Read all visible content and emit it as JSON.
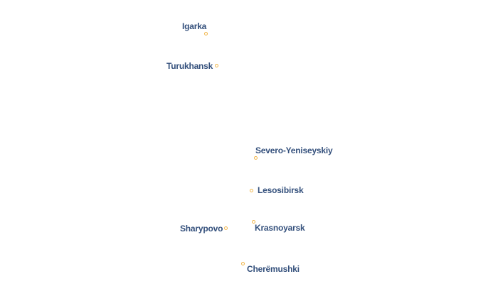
{
  "colors": {
    "dot": "#f0b54a",
    "label": "#34507c",
    "halo": "#ffffff",
    "background": "#ffffff"
  },
  "cities": [
    {
      "id": "igarka",
      "name": "Igarka"
    },
    {
      "id": "turukhansk",
      "name": "Turukhansk"
    },
    {
      "id": "severo-yeniseyskiy",
      "name": "Severo-Yeniseyskiy"
    },
    {
      "id": "lesosibirsk",
      "name": "Lesosibirsk"
    },
    {
      "id": "sharypovo",
      "name": "Sharypovo"
    },
    {
      "id": "krasnoyarsk",
      "name": "Krasnoyarsk"
    },
    {
      "id": "cheremushki",
      "name": "Cherëmushki"
    }
  ]
}
